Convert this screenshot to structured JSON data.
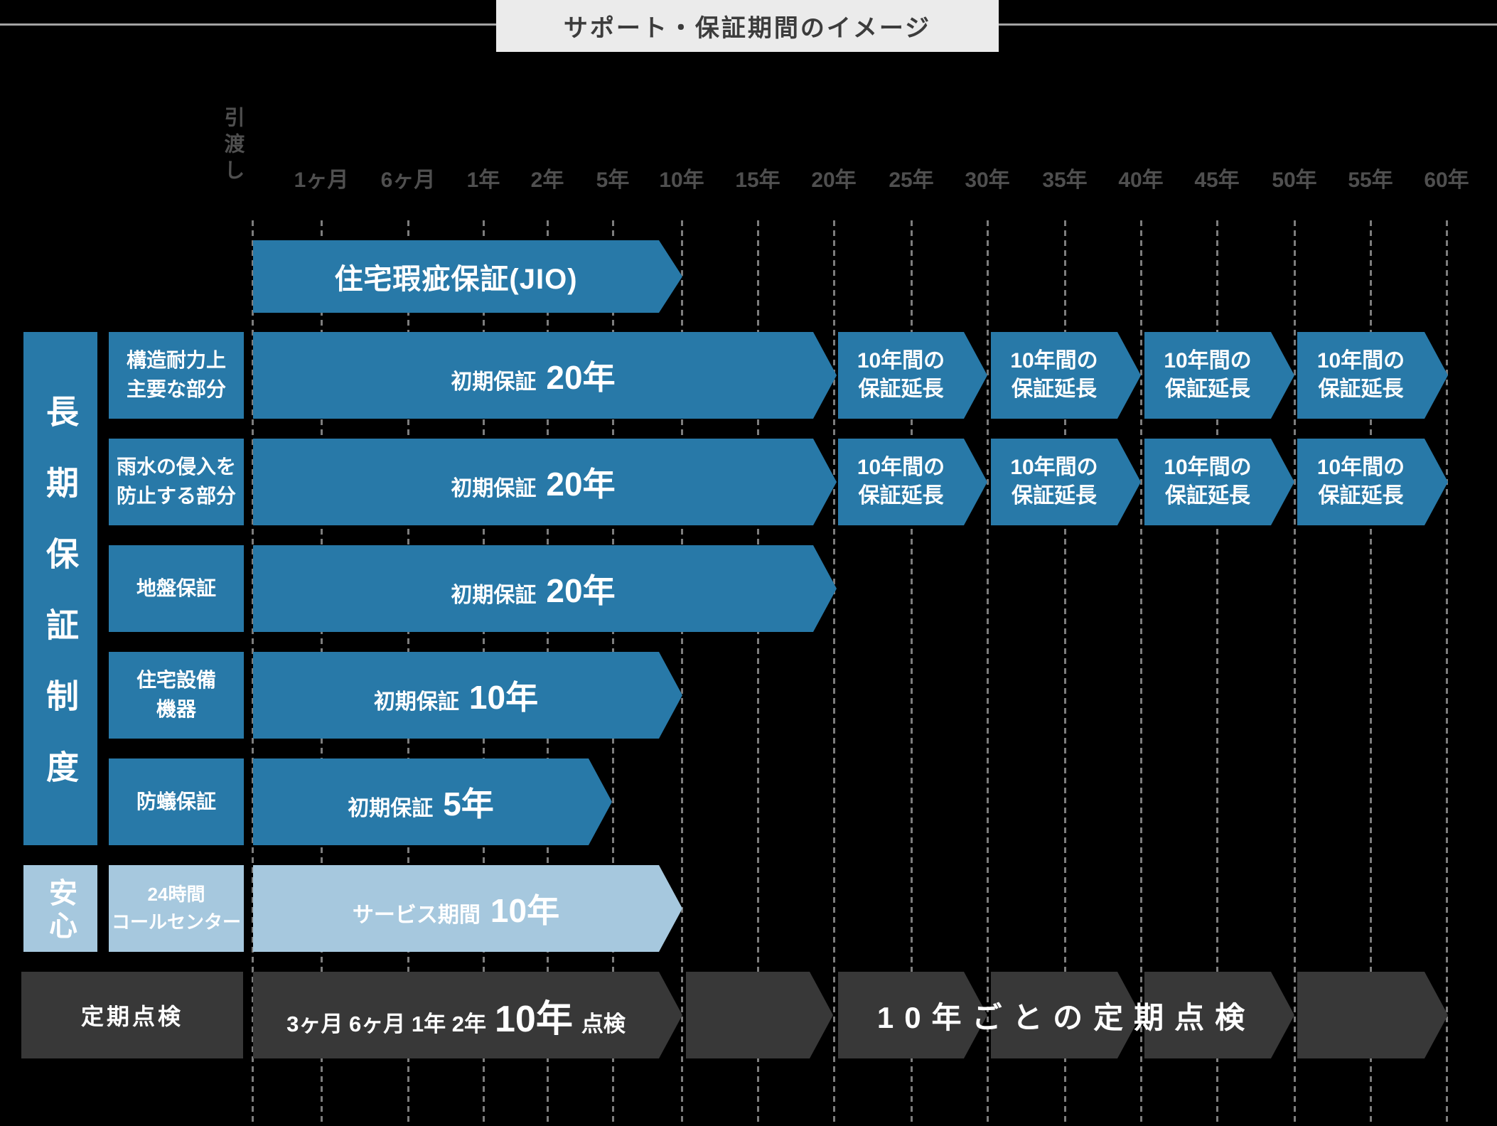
{
  "title": "サポート・保証期間のイメージ",
  "axis": {
    "handover": "引渡し",
    "ticks": [
      "1ヶ月",
      "6ヶ月",
      "1年",
      "2年",
      "5年",
      "10年",
      "15年",
      "20年",
      "25年",
      "30年",
      "35年",
      "40年",
      "45年",
      "50年",
      "55年",
      "60年"
    ]
  },
  "jio": {
    "label": "住宅瑕疵保証(JIO)"
  },
  "sidebar": {
    "long_term": "長期保証制度",
    "anshin": "安心"
  },
  "rows": {
    "structure": {
      "label": "構造耐力上\n主要な部分",
      "prefix": "初期保証",
      "value": "20年"
    },
    "rainwater": {
      "label": "雨水の侵入を\n防止する部分",
      "prefix": "初期保証",
      "value": "20年"
    },
    "ground": {
      "label": "地盤保証",
      "prefix": "初期保証",
      "value": "20年"
    },
    "equipment": {
      "label": "住宅設備\n機器",
      "prefix": "初期保証",
      "value": "10年"
    },
    "termite": {
      "label": "防蟻保証",
      "prefix": "初期保証",
      "value": "5年"
    },
    "callcenter": {
      "label": "24時間\nコールセンター",
      "prefix": "サービス期間",
      "value": "10年"
    }
  },
  "extension_label": "10年間の\n保証延長",
  "inspection": {
    "label": "定期点検",
    "first": {
      "items": "3ヶ月 6ヶ月 1年 2年",
      "big": "10年",
      "suffix": "点検"
    },
    "recurring": "10年ごとの定期点検"
  },
  "colors": {
    "teal": "#2879A8",
    "light_blue": "#A6C8DE",
    "dark_bar": "#383838",
    "title_bg": "#EBEBEB",
    "axis_text": "#4F4F4F",
    "gridline": "#7D7D7D",
    "bar_text": "#FFFFFF"
  }
}
